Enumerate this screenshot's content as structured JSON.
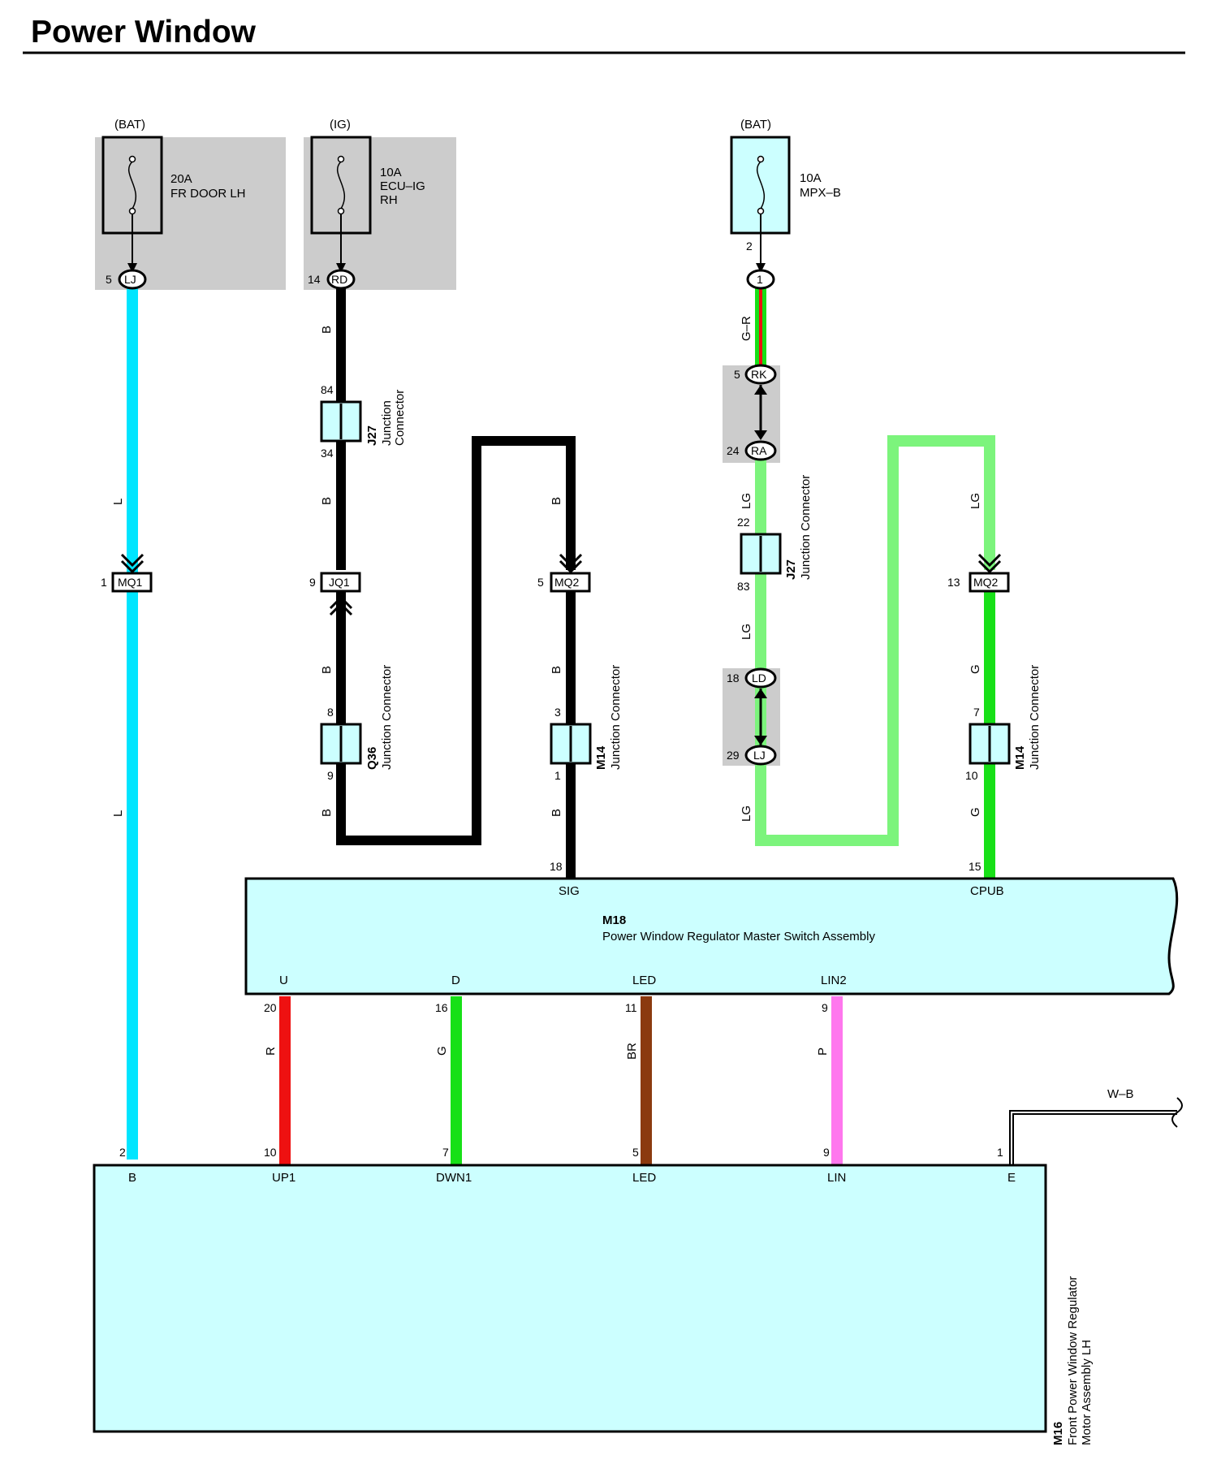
{
  "title": "Power Window",
  "colors": {
    "L": "#00e5ff",
    "B": "#000000",
    "LG": "#7cf47c",
    "G": "#17e017",
    "R": "#ee1111",
    "BR": "#8b3a0f",
    "P": "#ff77ee",
    "box": "#ccffff",
    "relay_bg": "#cccccc"
  },
  "fuses": [
    {
      "source": "(BAT)",
      "rating": "20A",
      "name_lines": [
        "FR DOOR LH"
      ],
      "pin": "5",
      "connector": "LJ"
    },
    {
      "source": "(IG)",
      "rating": "10A",
      "name_lines": [
        "ECU–IG",
        "RH"
      ],
      "pin": "14",
      "connector": "RD"
    },
    {
      "source": "(BAT)",
      "rating": "10A",
      "name_lines": [
        "MPX–B"
      ],
      "pin": "2",
      "connector": "1"
    }
  ],
  "inline_connectors": {
    "rk": {
      "pin": "5",
      "name": "RK"
    },
    "ra": {
      "pin": "24",
      "name": "RA"
    },
    "ld": {
      "pin": "18",
      "name": "LD"
    },
    "lj": {
      "pin": "29",
      "name": "LJ"
    },
    "mq1": {
      "pin": "1",
      "name": "MQ1"
    },
    "jq1": {
      "pin": "9",
      "name": "JQ1"
    },
    "mq2a": {
      "pin": "5",
      "name": "MQ2"
    },
    "mq2b": {
      "pin": "13",
      "name": "MQ2"
    }
  },
  "junctions": {
    "j27_top": {
      "id": "J27",
      "label": "Junction",
      "label2": "Connector",
      "pin_in": "84",
      "pin_out": "34"
    },
    "q36": {
      "id": "Q36",
      "label": "Junction Connector",
      "pin_in": "8",
      "pin_out": "9"
    },
    "m14_left": {
      "id": "M14",
      "label": "Junction Connector",
      "pin_in": "3",
      "pin_out": "1"
    },
    "j27_right": {
      "id": "J27",
      "label": "Junction Connector",
      "pin_in": "22",
      "pin_out": "83"
    },
    "m14_right": {
      "id": "M14",
      "label": "Junction Connector",
      "pin_in": "7",
      "pin_out": "10"
    }
  },
  "wire_labels": {
    "l1": "L",
    "l2": "L",
    "b1": "B",
    "b2": "B",
    "b3": "B",
    "b4": "B",
    "b5": "B",
    "b6": "B",
    "b7": "B",
    "gr": "G–R",
    "lg1": "LG",
    "lg2": "LG",
    "lg3": "LG",
    "lg4": "LG",
    "g1": "G",
    "g2": "G",
    "r": "R",
    "g3": "G",
    "br": "BR",
    "p": "P",
    "wb": "W–B"
  },
  "master_switch": {
    "id": "M18",
    "name": "Power Window Regulator Master Switch Assembly",
    "top_pins": [
      {
        "num": "18",
        "name": "SIG"
      },
      {
        "num": "15",
        "name": "CPUB"
      }
    ],
    "bottom_pins": [
      {
        "num": "20",
        "name": "U"
      },
      {
        "num": "16",
        "name": "D"
      },
      {
        "num": "11",
        "name": "LED"
      },
      {
        "num": "9",
        "name": "LIN2"
      }
    ]
  },
  "motor": {
    "id": "M16",
    "name_lines": [
      "Front Power Window Regulator",
      "Motor Assembly LH"
    ],
    "pins": [
      {
        "num": "2",
        "name": "B"
      },
      {
        "num": "10",
        "name": "UP1"
      },
      {
        "num": "7",
        "name": "DWN1"
      },
      {
        "num": "5",
        "name": "LED"
      },
      {
        "num": "9",
        "name": "LIN"
      },
      {
        "num": "1",
        "name": "E"
      }
    ]
  }
}
